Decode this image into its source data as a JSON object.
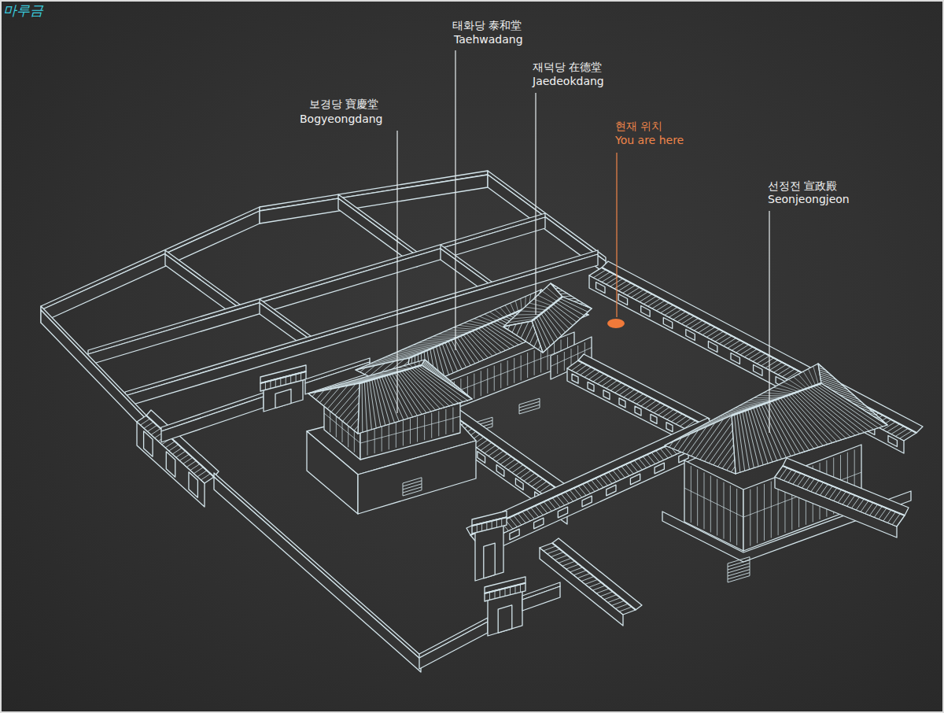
{
  "diagram": {
    "labels": [
      "마루금",
      "태화당 泰和堂",
      "Taehwadang",
      "재덕당 在德堂",
      "Jaedeokdang",
      "보경당 寶慶堂",
      "Bogyeongdang",
      "현재 위치",
      "You are here",
      "선정전 宣政殿",
      "Seonjeongjeon"
    ]
  }
}
